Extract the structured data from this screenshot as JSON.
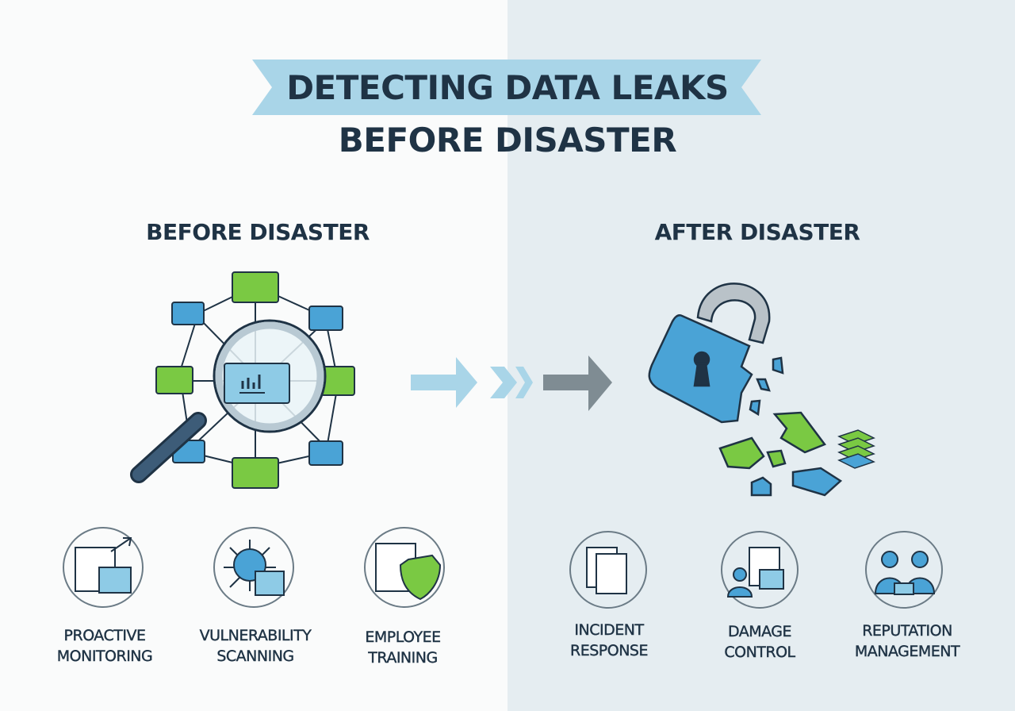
{
  "title": {
    "line1": "DETECTING DATA LEAKS",
    "line2": "BEFORE DISASTER"
  },
  "before": {
    "heading": "BEFORE DISASTER",
    "items": [
      {
        "line1": "PROACTIVE",
        "line2": "MONITORING",
        "icon": "document-monitor-icon"
      },
      {
        "line1": "VULNERABILITY",
        "line2": "SCANNING",
        "icon": "virus-scan-icon"
      },
      {
        "line1": "EMPLOYEE",
        "line2": "TRAINING",
        "icon": "document-shield-icon"
      }
    ]
  },
  "after": {
    "heading": "AFTER DISASTER",
    "items": [
      {
        "line1": "INCIDENT",
        "line2": "RESPONSE",
        "icon": "documents-icon"
      },
      {
        "line1": "DAMAGE",
        "line2": "CONTROL",
        "icon": "person-document-icon"
      },
      {
        "line1": "REPUTATION",
        "line2": "MANAGEMENT",
        "icon": "people-icon"
      }
    ]
  },
  "colors": {
    "navy": "#1f3345",
    "blue": "#4aa3d6",
    "green": "#7ac943",
    "ribbon": "#a9d5e8",
    "grey": "#7f8c93"
  }
}
